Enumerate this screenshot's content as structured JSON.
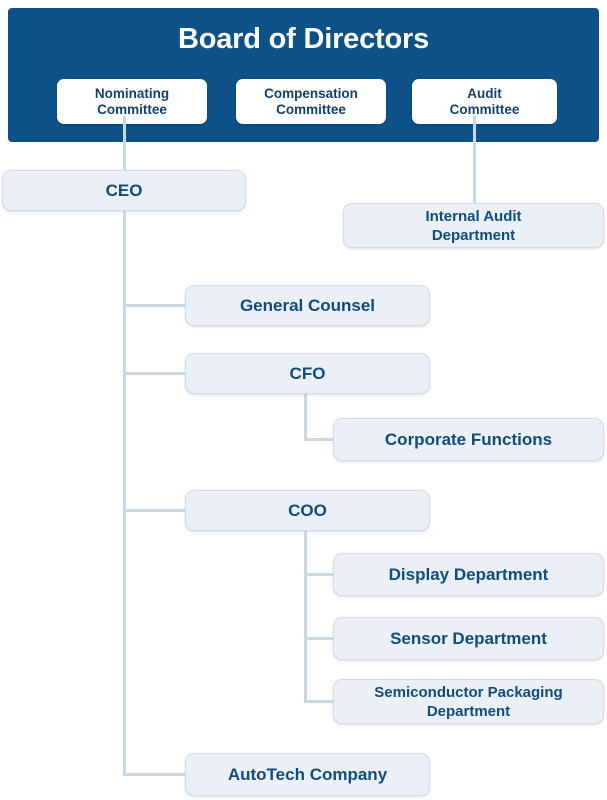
{
  "board": {
    "title": "Board of Directors",
    "committees": [
      {
        "id": "nominating",
        "label": "Nominating\nCommittee"
      },
      {
        "id": "compensation",
        "label": "Compensation\nCommittee"
      },
      {
        "id": "audit",
        "label": "Audit\nCommittee"
      }
    ]
  },
  "nodes": {
    "ceo": "CEO",
    "internal_audit": "Internal Audit\nDepartment",
    "general_counsel": "General Counsel",
    "cfo": "CFO",
    "corporate_functions": "Corporate Functions",
    "coo": "COO",
    "display_department": "Display Department",
    "sensor_department": "Sensor Department",
    "semiconductor_packaging_department": "Semiconductor Packaging\nDepartment",
    "autotech_company": "AutoTech Company"
  },
  "colors": {
    "board_panel": "#0c5289",
    "board_title_text": "#ffffff",
    "committee_box_fill": "#ffffff",
    "committee_box_text": "#13406e",
    "node_fill": "#eaf0f5",
    "node_border": "#cfdde8",
    "node_text": "#0f4c81",
    "connector": "#c9d9e4",
    "background": "#ffffff"
  },
  "hierarchy": {
    "root": "Board of Directors",
    "edges": [
      {
        "from": "Audit Committee",
        "to": "Internal Audit Department"
      },
      {
        "from": "Nominating Committee",
        "to": "CEO"
      },
      {
        "from": "CEO",
        "to": "General Counsel"
      },
      {
        "from": "CEO",
        "to": "CFO"
      },
      {
        "from": "CEO",
        "to": "COO"
      },
      {
        "from": "CEO",
        "to": "AutoTech Company"
      },
      {
        "from": "CFO",
        "to": "Corporate Functions"
      },
      {
        "from": "COO",
        "to": "Display Department"
      },
      {
        "from": "COO",
        "to": "Sensor Department"
      },
      {
        "from": "COO",
        "to": "Semiconductor Packaging Department"
      }
    ]
  }
}
